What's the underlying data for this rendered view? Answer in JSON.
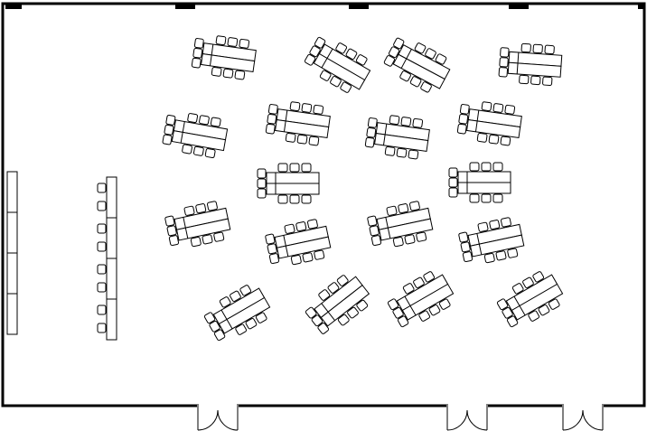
{
  "floor_plan": {
    "colors": {
      "line": "#000000",
      "fill": "#ffffff",
      "background": "#ffffff"
    },
    "elements": {
      "room": "room-wall",
      "table_group": "classroom-table-group",
      "head_table": "head-table",
      "side_table": "side-table",
      "door": "double-door",
      "pillar": "wall-pillar"
    }
  }
}
